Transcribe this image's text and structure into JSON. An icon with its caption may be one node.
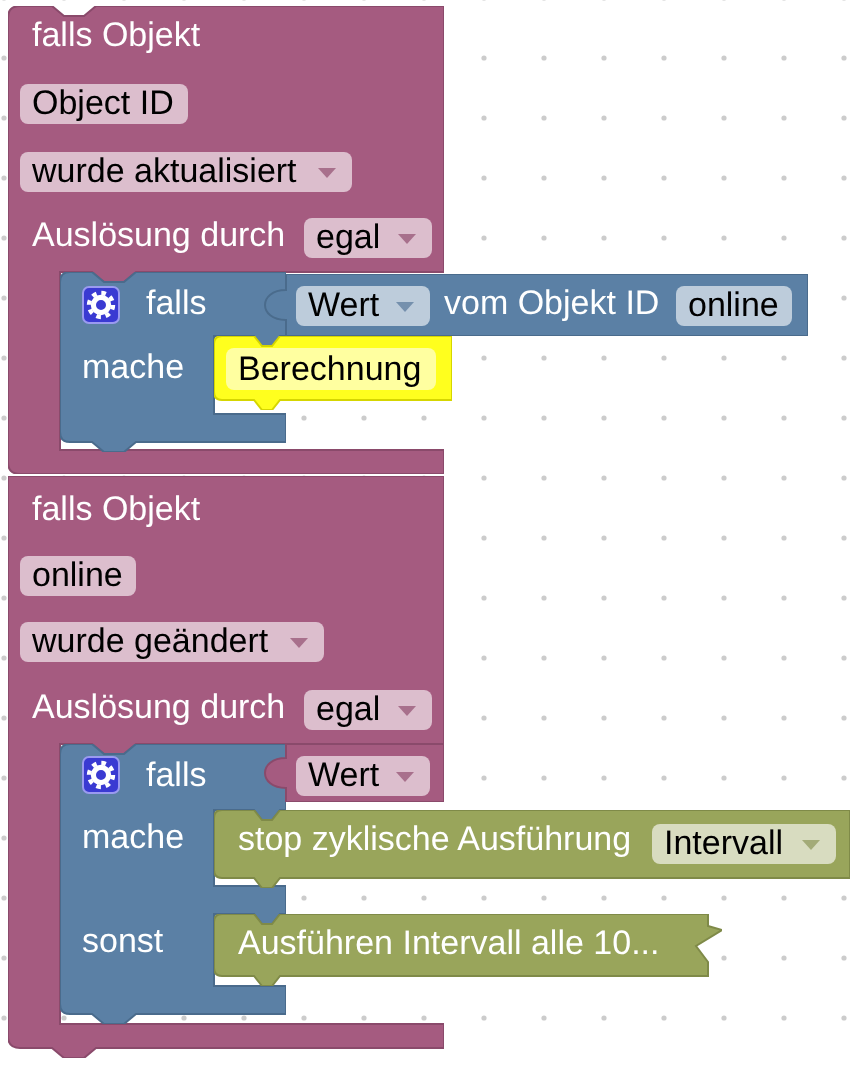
{
  "diagram": {
    "nodes": [
      {
        "text": [
          "falls Objekt",
          "Object ID",
          "wurde aktualisiert",
          "Auslösung durch",
          "egal"
        ]
      },
      {
        "text": [
          "falls",
          "mache"
        ],
        "in": 0
      },
      {
        "text": [
          "Wert",
          "vom Objekt ID",
          "online"
        ]
      },
      {
        "text": [
          "Berechnung"
        ]
      },
      {
        "text": [
          "falls Objekt",
          "online",
          "wurde geändert",
          "Auslösung durch",
          "egal"
        ]
      },
      {
        "text": [
          "falls",
          "mache",
          "sonst"
        ],
        "in": 4
      },
      {
        "text": [
          "Wert"
        ],
        "in": 4
      },
      {
        "text": [
          "stop zyklische Ausführung",
          "Intervall"
        ]
      },
      {
        "text": [
          "Ausführen Intervall alle 10..."
        ]
      }
    ]
  }
}
